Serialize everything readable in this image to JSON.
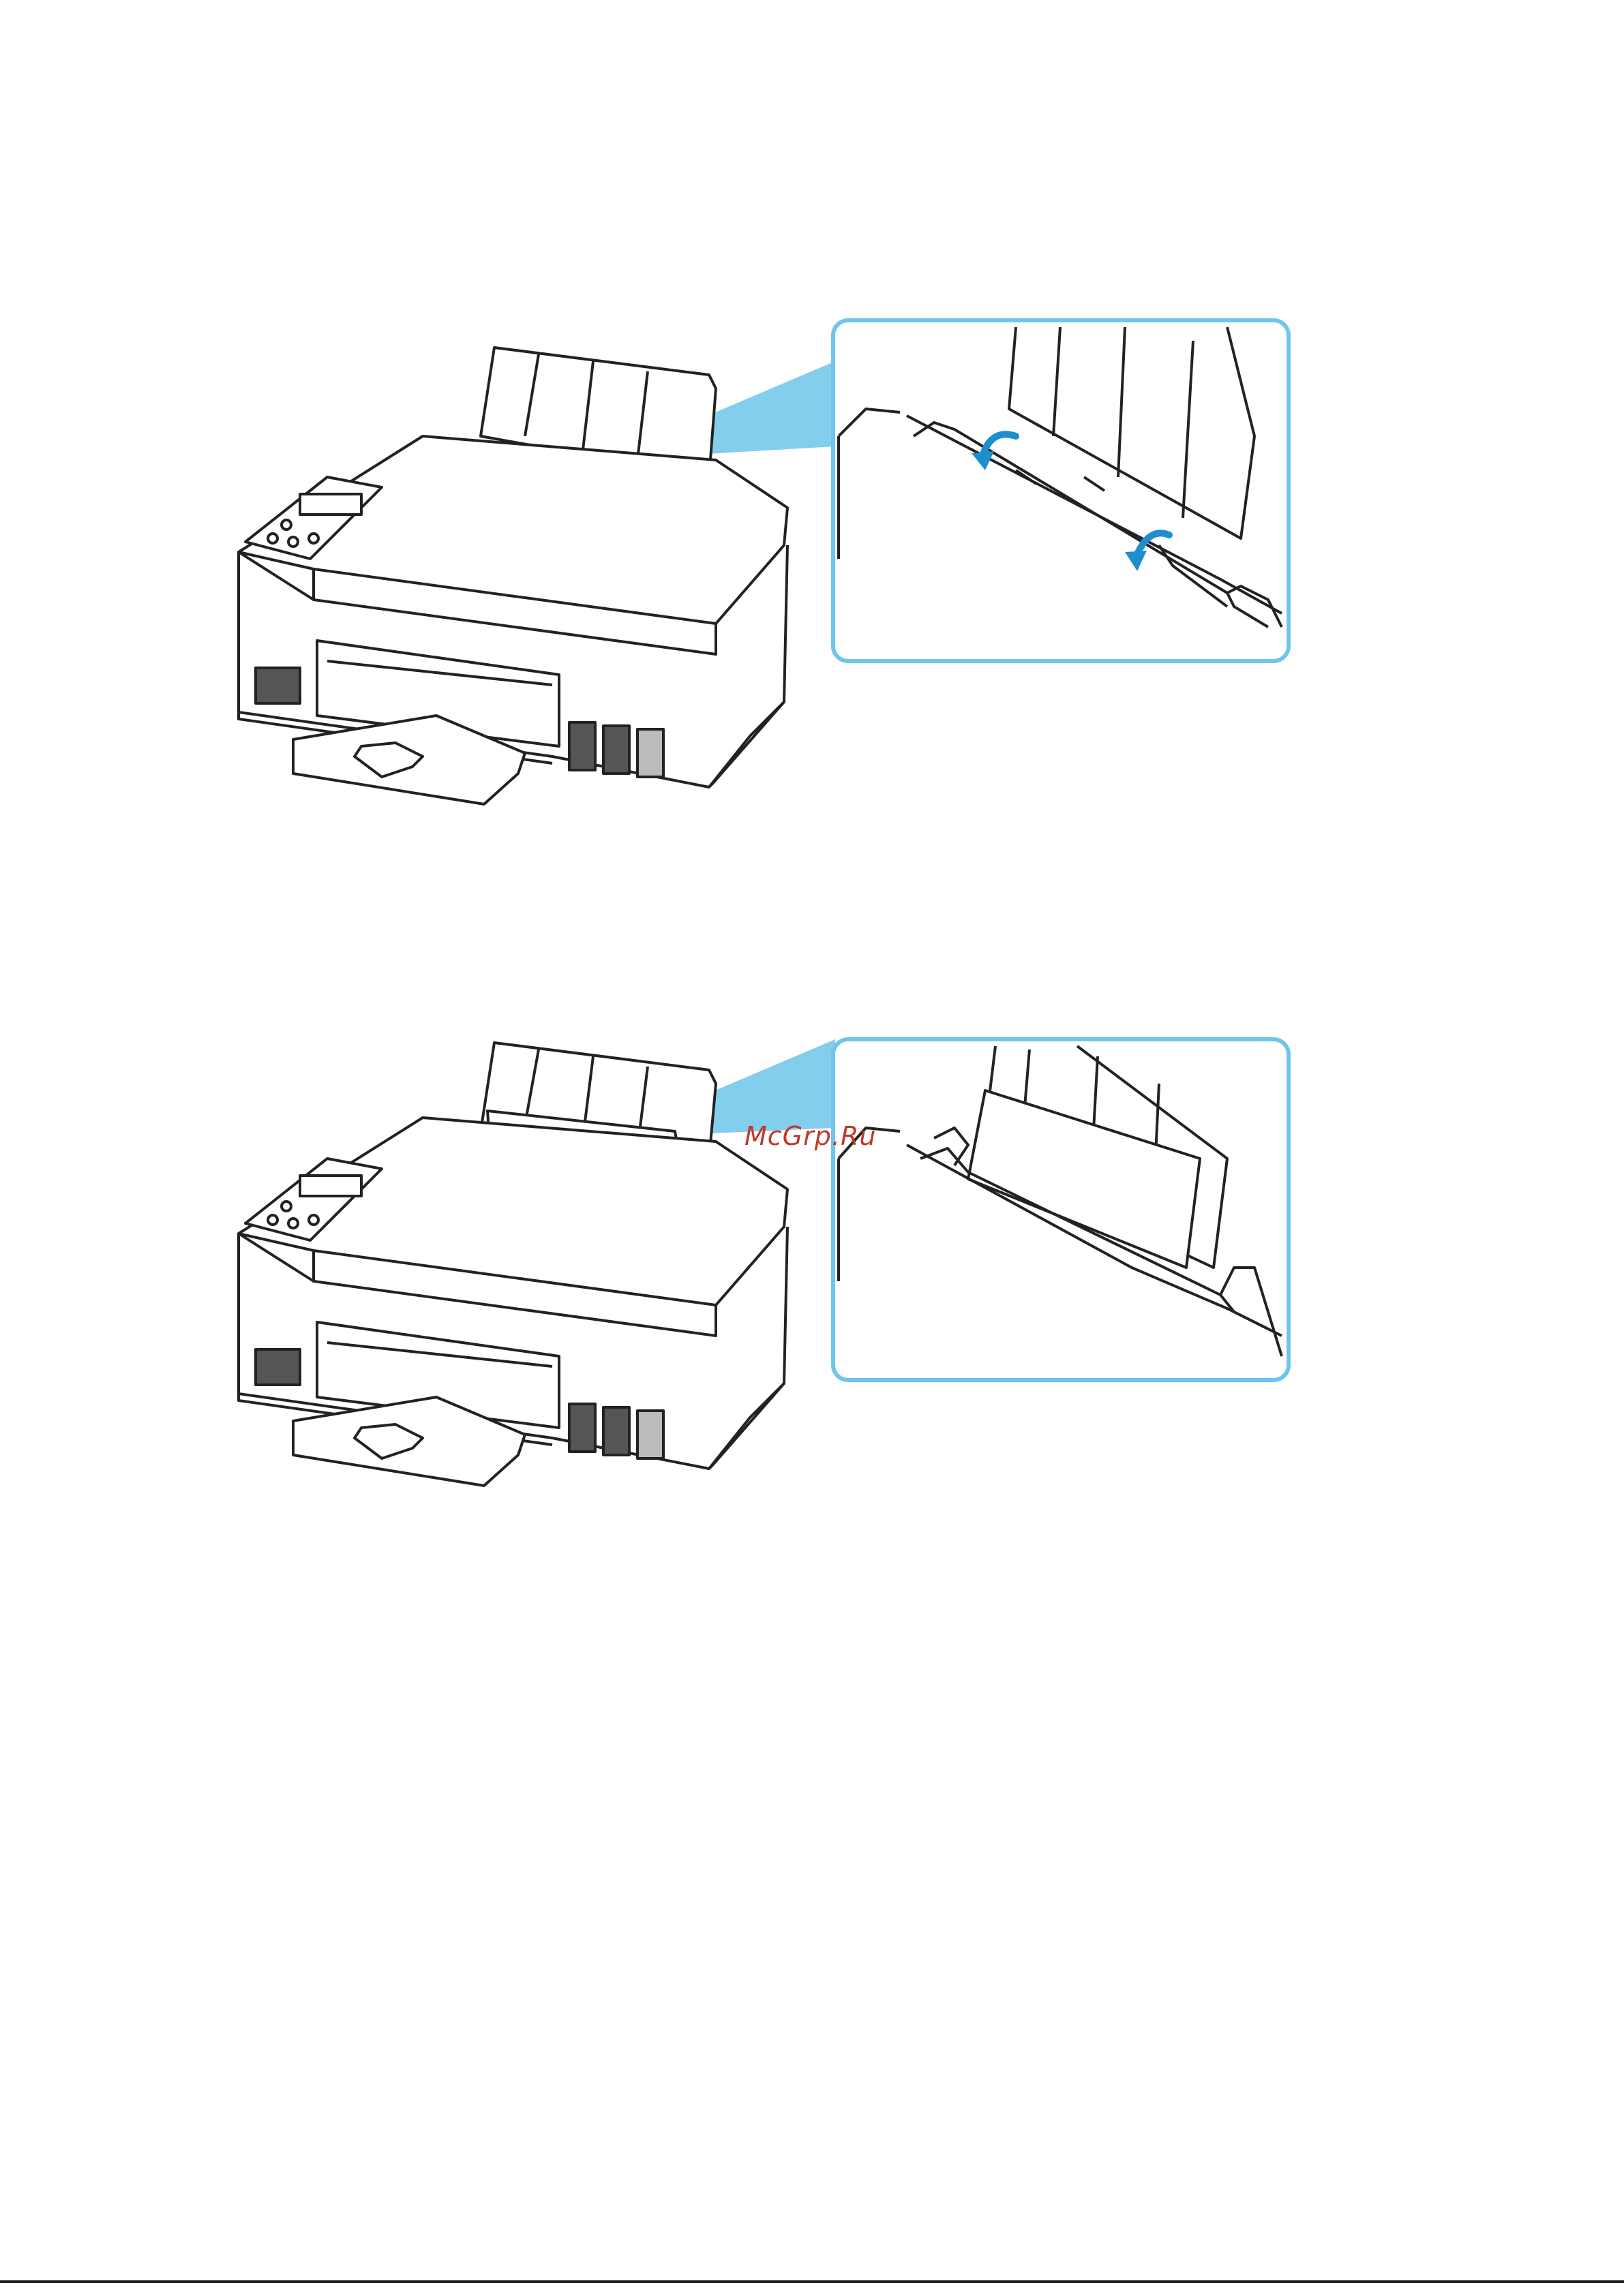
{
  "document": {
    "watermark_text": "McGrp.Ru",
    "figures": [
      {
        "name": "printer-figure-1",
        "callout_shows": "paper-guides-open",
        "arrows": 2
      },
      {
        "name": "printer-figure-2",
        "callout_shows": "paper-loaded",
        "arrows": 0
      }
    ]
  },
  "colors": {
    "callout_border": "#6ec6ea",
    "callout_beam": "#6ec6ea",
    "arrow": "#1d8fce",
    "line": "#222222",
    "ink_tank_dark": "#555555",
    "ink_tank_light": "#bbbbbb",
    "watermark": "#c0392b"
  }
}
